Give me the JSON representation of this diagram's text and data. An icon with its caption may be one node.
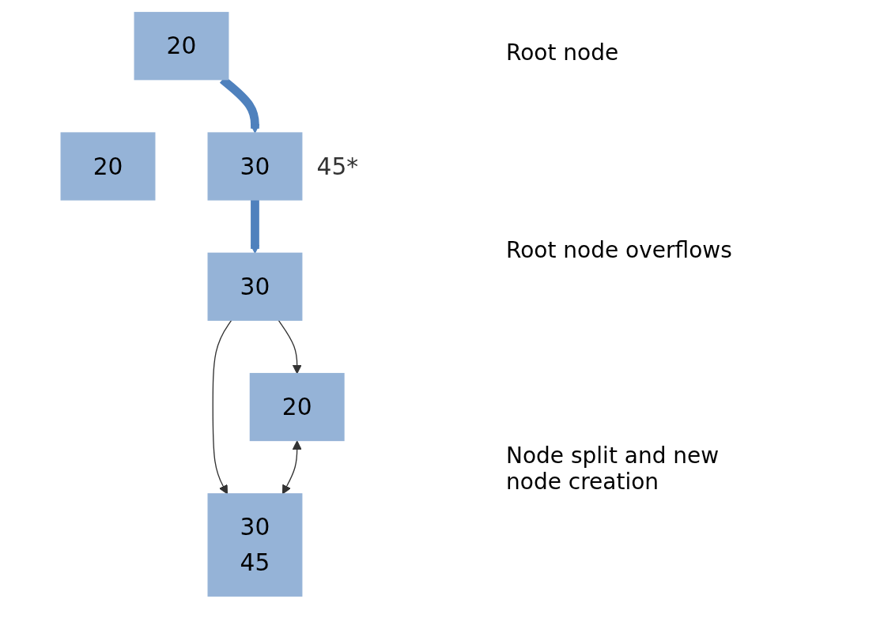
{
  "diagram": {
    "nodes": [
      {
        "text": [
          "20"
        ]
      },
      {
        "text": [
          "20"
        ]
      },
      {
        "text": [
          "30"
        ],
        "beside": [
          "45*"
        ]
      },
      {
        "text": [
          "30"
        ]
      },
      {
        "text": [
          "20"
        ]
      },
      {
        "text": [
          "30",
          "45"
        ]
      }
    ],
    "edges": [
      {
        "from": 0,
        "to": 2,
        "arrow": "to",
        "style": "thick",
        "color": "#4f81bd"
      },
      {
        "from": 2,
        "to": 3,
        "arrow": "to",
        "style": "thick",
        "color": "#4f81bd"
      },
      {
        "from": 3,
        "to": 4,
        "arrow": "to"
      },
      {
        "from": 3,
        "to": 5,
        "arrow": "to"
      },
      {
        "from": 4,
        "to": 5,
        "arrow": "both"
      }
    ],
    "labels": [
      "Root node",
      "Root node overflows",
      "Node split and new node creation"
    ]
  }
}
